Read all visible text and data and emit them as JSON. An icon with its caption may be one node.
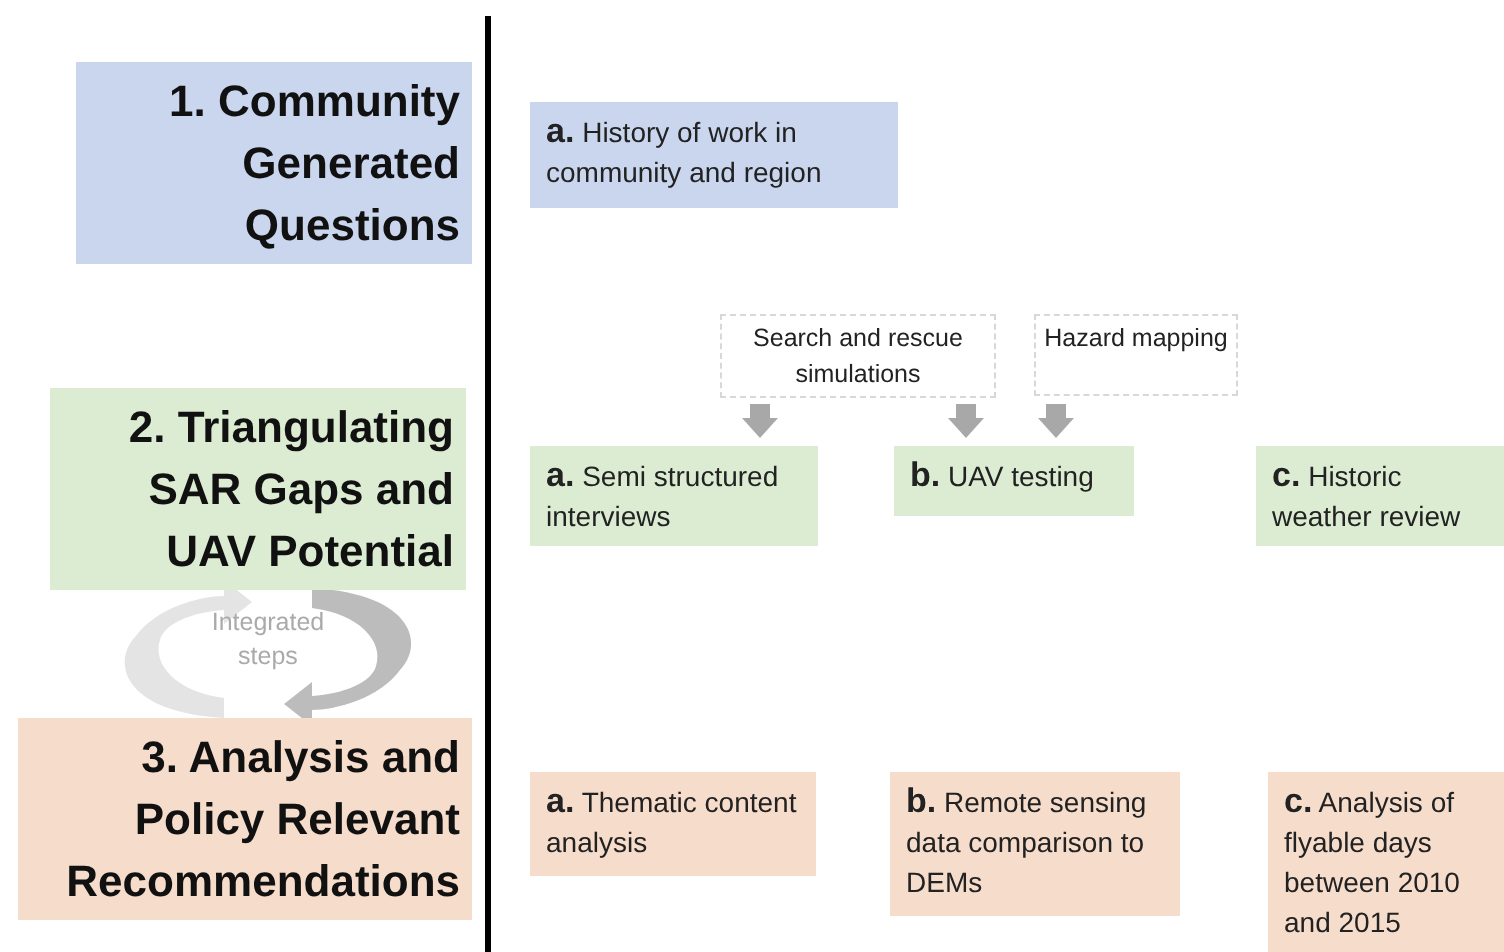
{
  "diagram": {
    "nodes": [
      {
        "text": [
          "1. Community Generated Questions"
        ]
      },
      {
        "text": [
          "**a.** History of work in community and region"
        ]
      },
      {
        "text": [
          "2. Triangulating SAR Gaps and UAV Potential"
        ]
      },
      {
        "text": [
          "Search and rescue simulations"
        ]
      },
      {
        "text": [
          "Hazard mapping"
        ]
      },
      {
        "text": [
          "**a.** Semi structured interviews"
        ]
      },
      {
        "text": [
          "**b.** UAV testing"
        ]
      },
      {
        "text": [
          "**c.** Historic weather review"
        ]
      },
      {
        "text": [
          "3. Analysis and Policy Relevant Recommendations"
        ]
      },
      {
        "text": [
          "**a.** Thematic content analysis"
        ]
      },
      {
        "text": [
          "**b.** Remote sensing data comparison to DEMs"
        ]
      },
      {
        "text": [
          "**c.** Analysis of flyable days between 2010 and 2015"
        ]
      }
    ],
    "edges": [
      {
        "from": 3,
        "to": 5,
        "arrow": "to",
        "style": "thick"
      },
      {
        "from": 3,
        "to": 6,
        "arrow": "to",
        "style": "thick"
      },
      {
        "from": 4,
        "to": 6,
        "arrow": "to",
        "style": "thick"
      }
    ],
    "labels": [
      "Integrated steps"
    ]
  }
}
